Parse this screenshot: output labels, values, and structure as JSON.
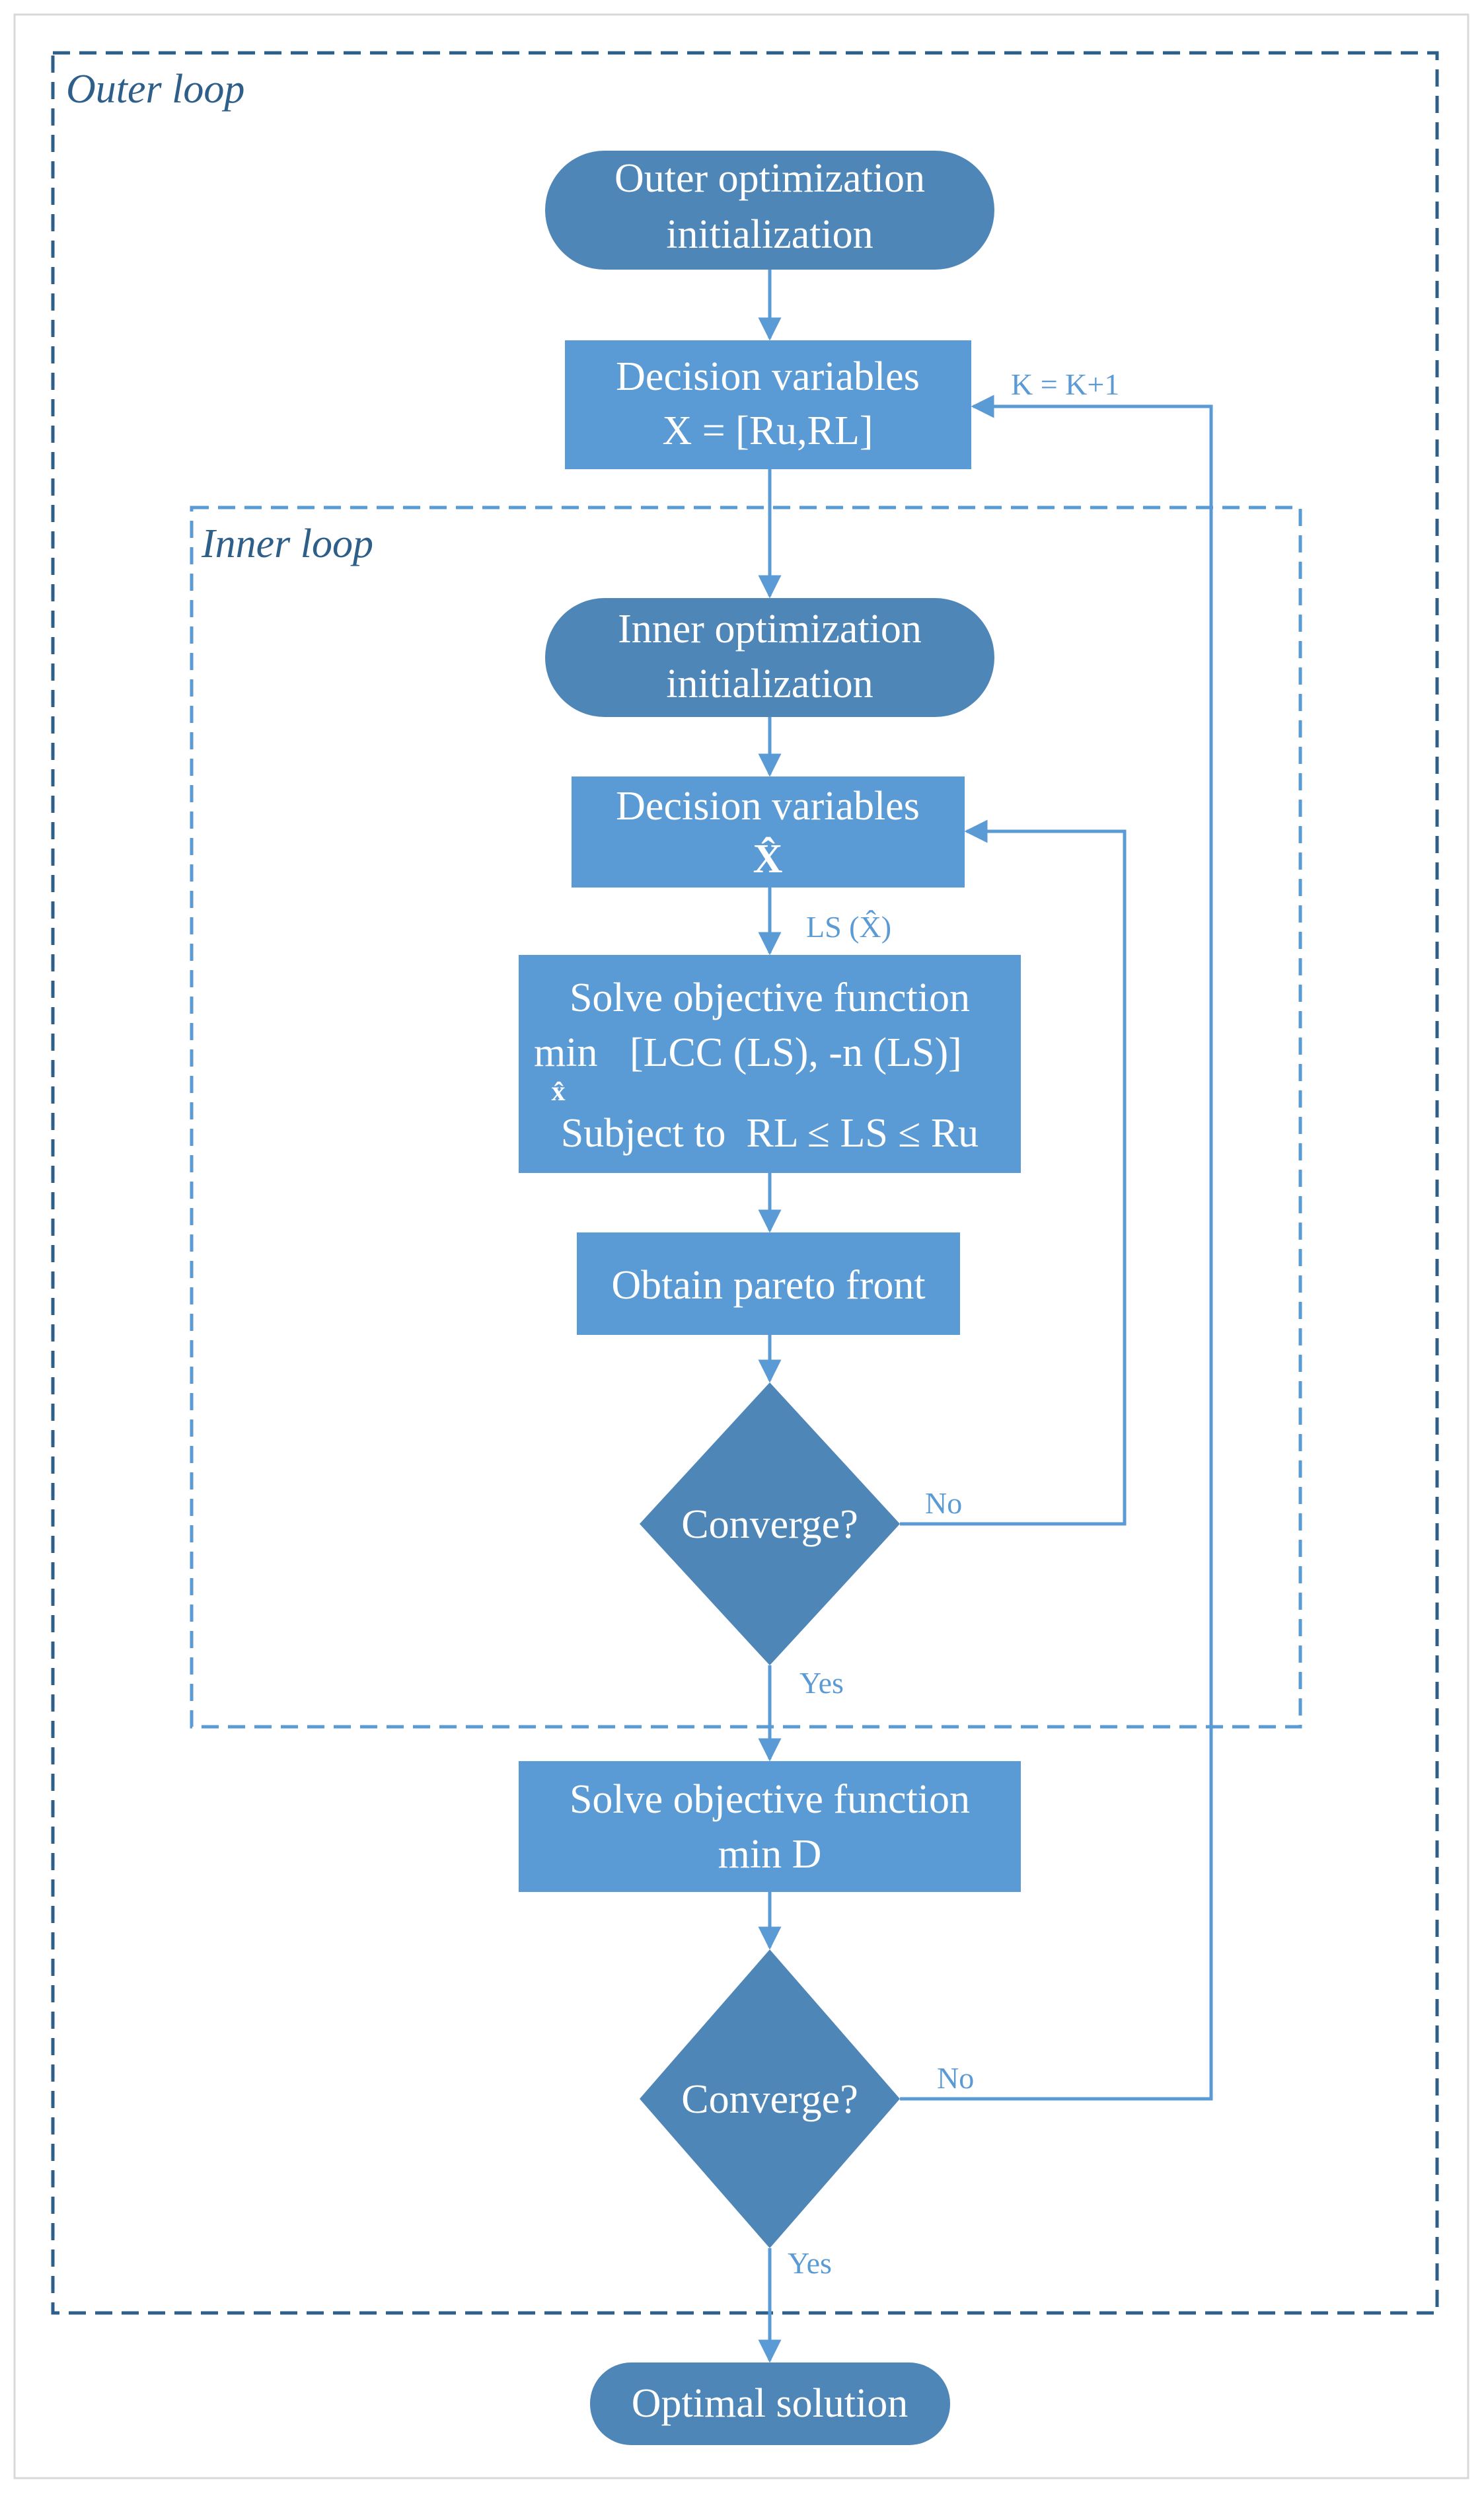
{
  "loops": {
    "outer": "Outer loop",
    "inner": "Inner loop"
  },
  "nodes": {
    "outer_init": {
      "line1": "Outer optimization",
      "line2": "initialization"
    },
    "outer_vars": {
      "line1": "Decision variables",
      "line2": "X = [Ru,RL]"
    },
    "inner_init": {
      "line1": "Inner optimization",
      "line2": "initialization"
    },
    "inner_vars": {
      "line1": "Decision variables",
      "line2": "X̂"
    },
    "inner_solve": {
      "line1": "Solve objective function",
      "line2_prefix": "min",
      "line2_sub": "x̂",
      "line2_rest": "[LCC (LS), -n (LS)]",
      "line3": "Subject to  RL ≤ LS ≤ Ru"
    },
    "pareto": {
      "line1": "Obtain pareto front"
    },
    "inner_converge": {
      "line1": "Converge?"
    },
    "outer_solve": {
      "line1": "Solve objective function",
      "line2": "min D"
    },
    "outer_converge": {
      "line1": "Converge?"
    },
    "optimal": {
      "line1": "Optimal solution"
    }
  },
  "edge_labels": {
    "k_increment": "K = K+1",
    "ls_x": "LS (X̂)",
    "inner_no": "No",
    "inner_yes": "Yes",
    "outer_no": "No",
    "outer_yes": "Yes"
  },
  "colors": {
    "terminal_fill": "#4f86b8",
    "process_fill": "#5b9bd5",
    "decision_fill": "#4f86b8",
    "arrow": "#5b9bd5",
    "outer_border": "#2e5f8a",
    "inner_border": "#5b9bd5",
    "frame_border": "#d8d8d8"
  }
}
